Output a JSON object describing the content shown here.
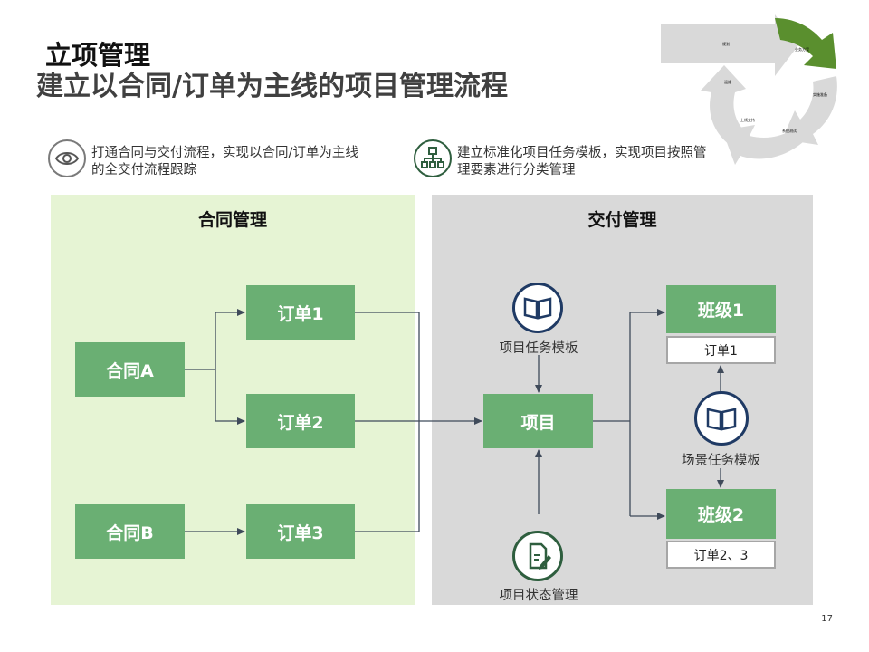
{
  "header": {
    "title": "立项管理",
    "subtitle": "建立以合同/订单为主线的项目管理流程"
  },
  "features": [
    {
      "icon": "eye-icon",
      "text_line1": "打通合同与交付流程，实现以合同/订单为主线",
      "text_line2": "的全交付流程跟踪"
    },
    {
      "icon": "hierarchy-icon",
      "text_line1": "建立标准化项目任务模板，实现项目按照管",
      "text_line2": "理要素进行分类管理"
    }
  ],
  "contract_panel": {
    "title": "合同管理",
    "contracts": [
      "合同A",
      "合同B"
    ],
    "orders": [
      "订单1",
      "订单2",
      "订单3"
    ]
  },
  "delivery_panel": {
    "title": "交付管理",
    "project": "项目",
    "project_template_label": "项目任务模板",
    "project_status_label": "项目状态管理",
    "scene_template_label": "场景任务模板",
    "classes": [
      {
        "name": "班级1",
        "orders": "订单1"
      },
      {
        "name": "班级2",
        "orders": "订单2、3"
      }
    ]
  },
  "cycle_graphic": {
    "labels": [
      "规划",
      "业务方案",
      "实施准备",
      "系统测试",
      "上线支持",
      "运维"
    ],
    "highlight_index": 1,
    "highlight_color": "#5a8f2e"
  },
  "colors": {
    "box_green": "#6aaf73",
    "panel_green": "#e6f4d4",
    "panel_gray": "#d9d9d9",
    "icon_navy": "#1f3a64"
  },
  "page_number": "17"
}
